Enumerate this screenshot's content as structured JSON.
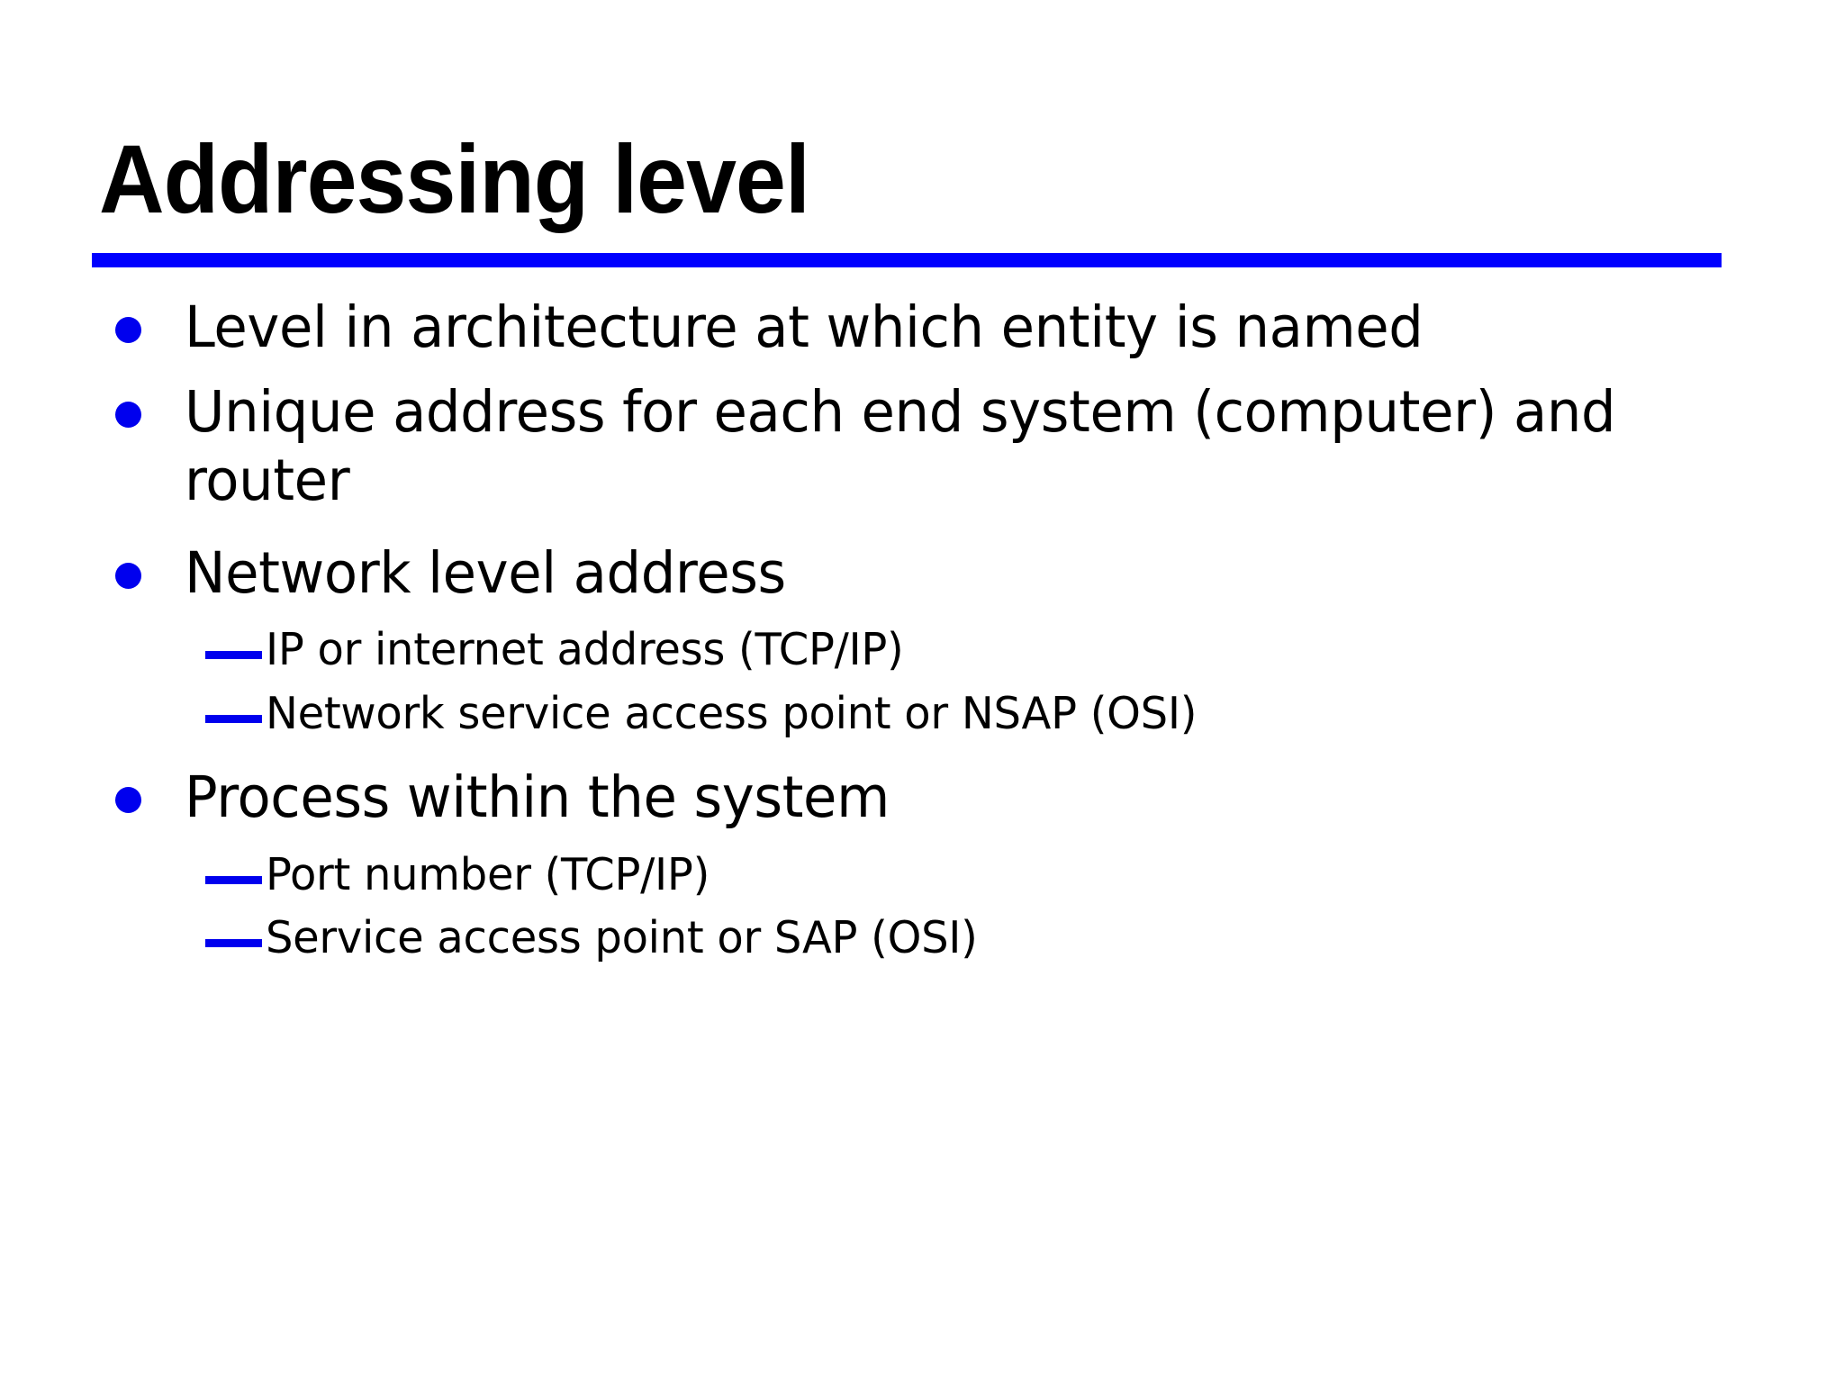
{
  "slide": {
    "title": "Addressing level",
    "background_color": "#ffffff",
    "title_color": "#000000",
    "rule_color": "#0000ff",
    "bullet_marker_color": "#0000ee",
    "body_text_color": "#000000",
    "bullets": [
      {
        "level": 1,
        "marker": "filled-circle",
        "text": "Level in architecture at which entity is named"
      },
      {
        "level": 1,
        "marker": "filled-circle",
        "text": "Unique address for each end system (computer) and router"
      },
      {
        "level": 1,
        "marker": "filled-circle",
        "text": "Network level address"
      },
      {
        "level": 2,
        "marker": "em-dash",
        "text": "IP or internet address (TCP/IP)"
      },
      {
        "level": 2,
        "marker": "em-dash",
        "text": "Network service access point or NSAP (OSI)"
      },
      {
        "level": 1,
        "marker": "filled-circle",
        "text": "Process within the system"
      },
      {
        "level": 2,
        "marker": "em-dash",
        "text": "Port number (TCP/IP)"
      },
      {
        "level": 2,
        "marker": "em-dash",
        "text": "Service access point or SAP (OSI)"
      }
    ]
  }
}
